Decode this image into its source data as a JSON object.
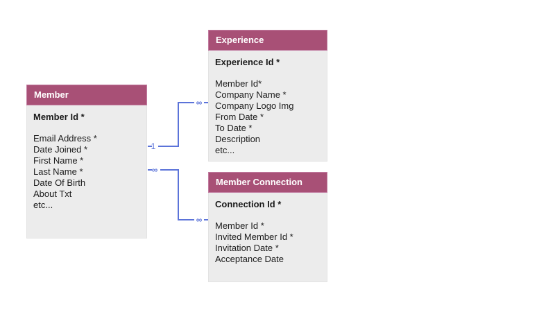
{
  "diagram": {
    "colors": {
      "header_bg": "#a85076",
      "header_border": "#c17ba0",
      "body_bg": "#ececec",
      "connector": "#5b73d9"
    },
    "entities": [
      {
        "title": "Member",
        "pk": "Member Id *",
        "fields": [
          "Email Address *",
          "Date Joined *",
          "First Name *",
          "Last Name *",
          "Date Of Birth",
          "About Txt",
          "etc..."
        ]
      },
      {
        "title": "Experience",
        "pk": "Experience Id *",
        "fields": [
          "Member Id*",
          "Company Name *",
          "Company Logo Img",
          "From Date *",
          "To Date *",
          "Description",
          "etc..."
        ]
      },
      {
        "title": "Member Connection",
        "pk": "Connection Id *",
        "fields": [
          "Member Id *",
          "Invited Member Id *",
          "Invitation Date *",
          "Acceptance Date"
        ]
      }
    ],
    "connections": [
      {
        "from_entity": "Member",
        "to_entity": "Experience",
        "from_label": "1",
        "to_label": "∞"
      },
      {
        "from_entity": "Member",
        "to_entity": "Member Connection",
        "from_label": "∞",
        "to_label": "∞"
      }
    ]
  }
}
